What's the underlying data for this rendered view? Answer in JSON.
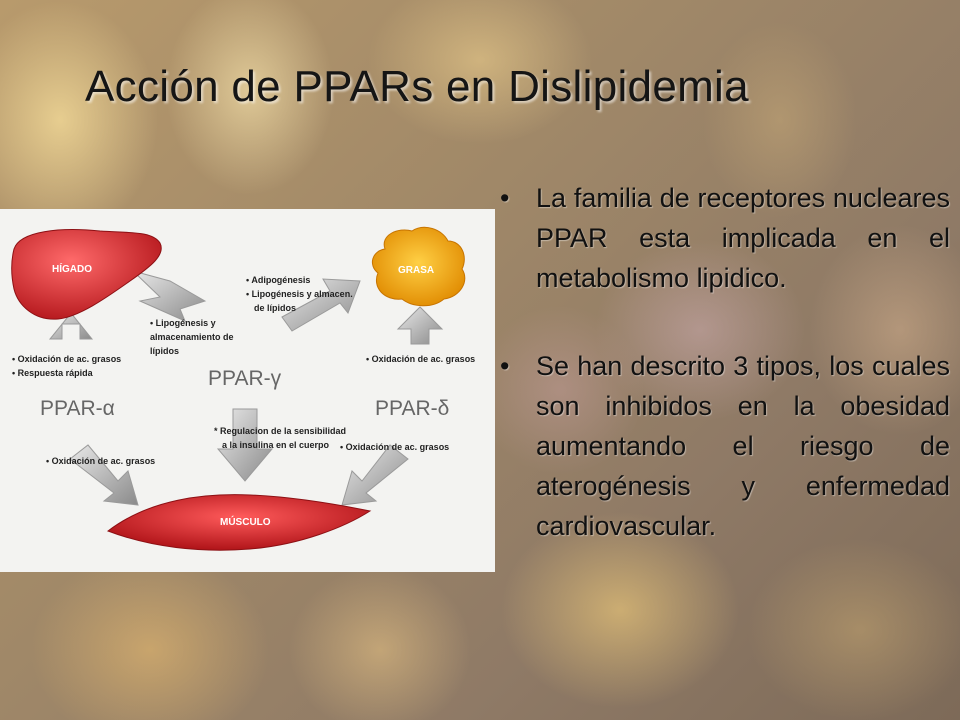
{
  "slide": {
    "title": "Acción de PPARs en Dislipidemia",
    "bullets": [
      "La familia de receptores nucleares PPAR esta implicada en el metabolismo lipidico.",
      "Se han descrito 3 tipos, los cuales son inhibidos en la obesidad aumentando el riesgo de aterogénesis y enfermedad cardiovascular."
    ]
  },
  "diagram": {
    "organs": {
      "liver": "HÍGADO",
      "fat": "GRASA",
      "muscle": "MÚSCULO"
    },
    "receptors": {
      "gamma": "PPAR-γ",
      "alpha": "PPAR-α",
      "delta": "PPAR-δ"
    },
    "notes": {
      "fat_from_gamma": [
        "• Adipogénesis",
        "• Lipogénesis y almacen.",
        "de lípidos"
      ],
      "liver_from_gamma": [
        "• Lipogénesis y",
        "almacenamiento de",
        "lípidos"
      ],
      "liver_from_alpha": [
        "• Oxidación de ac. grasos",
        "• Respuesta rápida"
      ],
      "fat_from_delta": "• Oxidación de ac. grasos",
      "muscle_from_gamma": [
        "* Regulacion de la sensibilidad",
        "a la insulina en el cuerpo"
      ],
      "muscle_from_alpha": "• Oxidación de ac. grasos",
      "muscle_from_delta": "• Oxidación de ac. grasos"
    }
  }
}
